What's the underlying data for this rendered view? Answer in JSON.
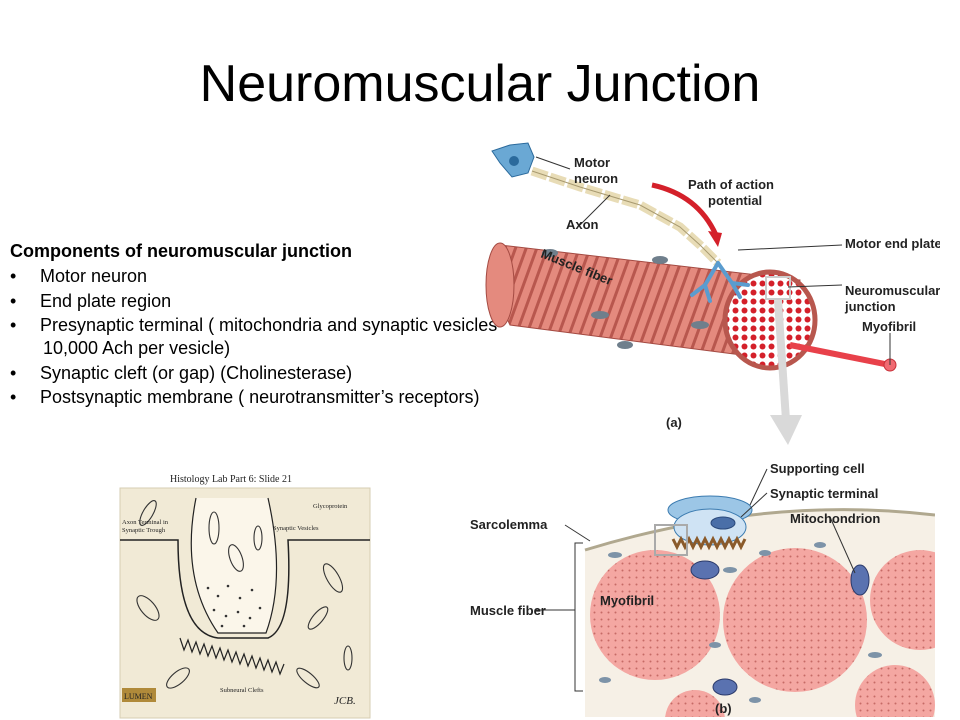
{
  "title": "Neuromuscular Junction",
  "components": {
    "heading": "Components of neuromuscular junction",
    "items": [
      {
        "text": "Motor neuron"
      },
      {
        "text": "End plate region"
      },
      {
        "text": "Presynaptic terminal ( mitochondria and synaptic vesicles",
        "cont": "10,000 Ach per vesicle)"
      },
      {
        "text": "Synaptic cleft (or gap) (Cholinesterase)"
      },
      {
        "text": "Postsynaptic membrane  ( neurotransmitter’s receptors)"
      }
    ]
  },
  "figure_a": {
    "labels": {
      "motor_neuron_1": "Motor",
      "motor_neuron_2": "neuron",
      "path_1": "Path of action",
      "path_2": "potential",
      "axon": "Axon",
      "motor_end_plate": "Motor end plate",
      "nmj_1": "Neuromuscular",
      "nmj_2": "junction",
      "myofibril": "Myofibril",
      "muscle_fiber": "Muscle fiber",
      "panel": "(a)"
    }
  },
  "figure_b": {
    "labels": {
      "supporting_cell": "Supporting cell",
      "synaptic_terminal": "Synaptic terminal",
      "mitochondrion": "Mitochondrion",
      "sarcolemma": "Sarcolemma",
      "muscle_fiber": "Muscle fiber",
      "myofibril": "Myofibril",
      "panel": "(b)"
    }
  },
  "histology": {
    "title": "Histology Lab Part 6: Slide 21",
    "labels": {
      "glycoprotein": "Glycoprotein",
      "axon_terminal_1": "Axon Terminal in",
      "axon_terminal_2": "Synaptic Trough",
      "synaptic_vesicles": "Synaptic Vesicles",
      "subneural_clefts": "Subneural Clefts",
      "logo": "LUMEN",
      "signature": "JCB."
    }
  },
  "colors": {
    "muscle": "#e07a6e",
    "stripe": "#b04a44",
    "red_dots": "#d4202a",
    "neuron": "#6aa8d4",
    "nucleus": "#6f7f8c",
    "myofibril_fill": "#f4a7a2",
    "histology_bg": "#f1ead6"
  }
}
